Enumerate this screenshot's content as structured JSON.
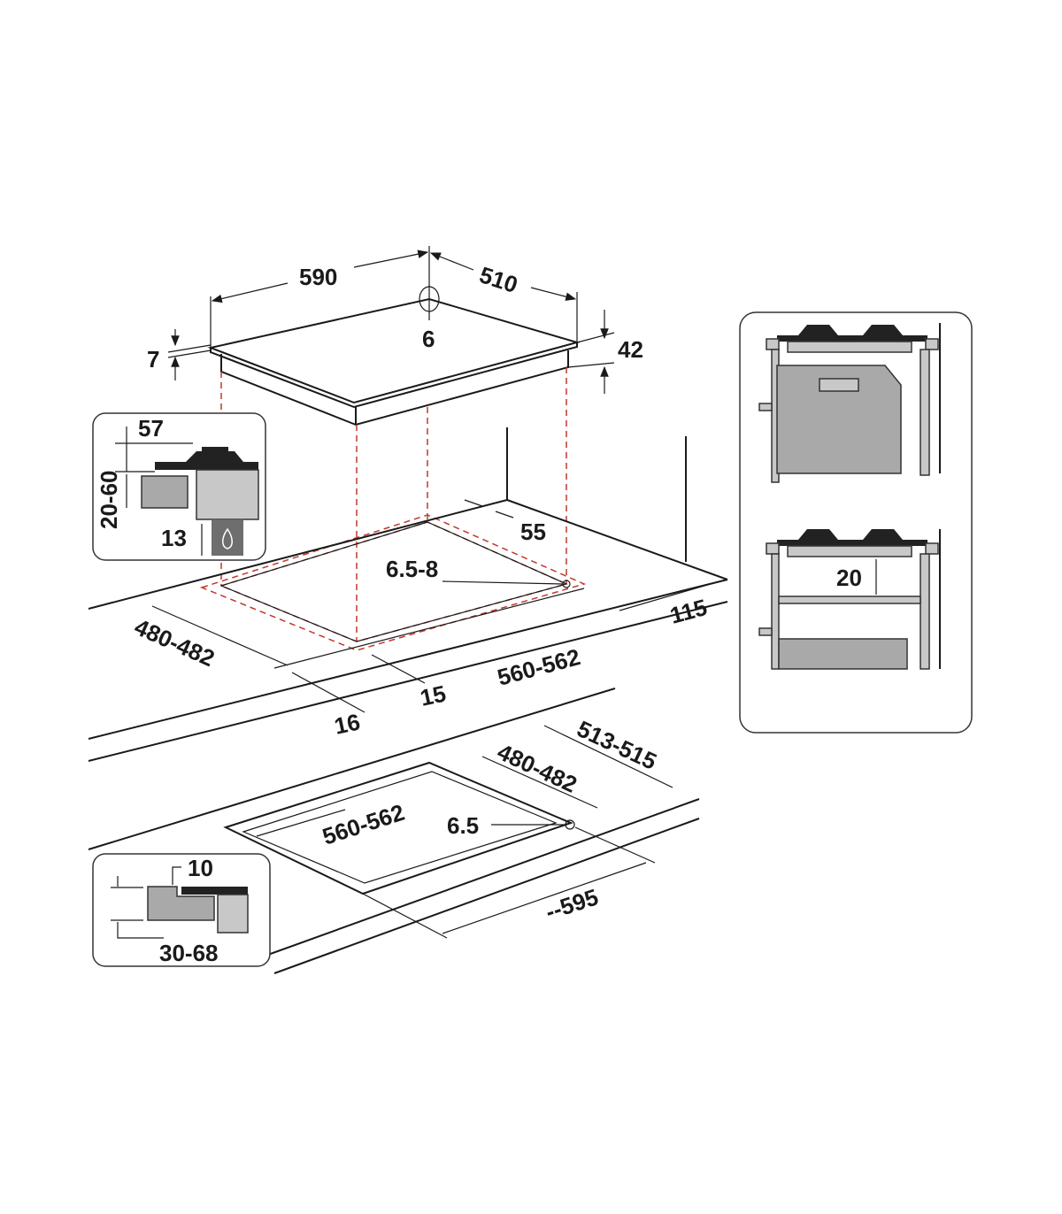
{
  "hob": {
    "width": "590",
    "depth": "510",
    "corner_radius": "6",
    "glass_thickness": "7",
    "height": "42"
  },
  "countertop": {
    "cutout_depth": "480-482",
    "cutout_width": "560-562",
    "back_distance": "55",
    "fixing_hole": "6.5-8",
    "side_distance": "115",
    "front_distance_a": "16",
    "front_distance_b": "15"
  },
  "inset_gas": {
    "top_height": "57",
    "clearance": "20-60",
    "bottom": "13"
  },
  "flush_mount": {
    "frame_depth": "513-515",
    "cutout_depth": "480-482",
    "cutout_width": "560-562",
    "fixing_hole": "6.5",
    "frame_width": "--595"
  },
  "inset_flush": {
    "step": "10",
    "thickness": "30-68"
  },
  "inset_installation": {
    "gap": "20"
  },
  "colors": {
    "line": "#1a1a1a",
    "guide": "#c0392b",
    "fill_grey": "#a9a9a9",
    "fill_light": "#c8c8c8"
  }
}
